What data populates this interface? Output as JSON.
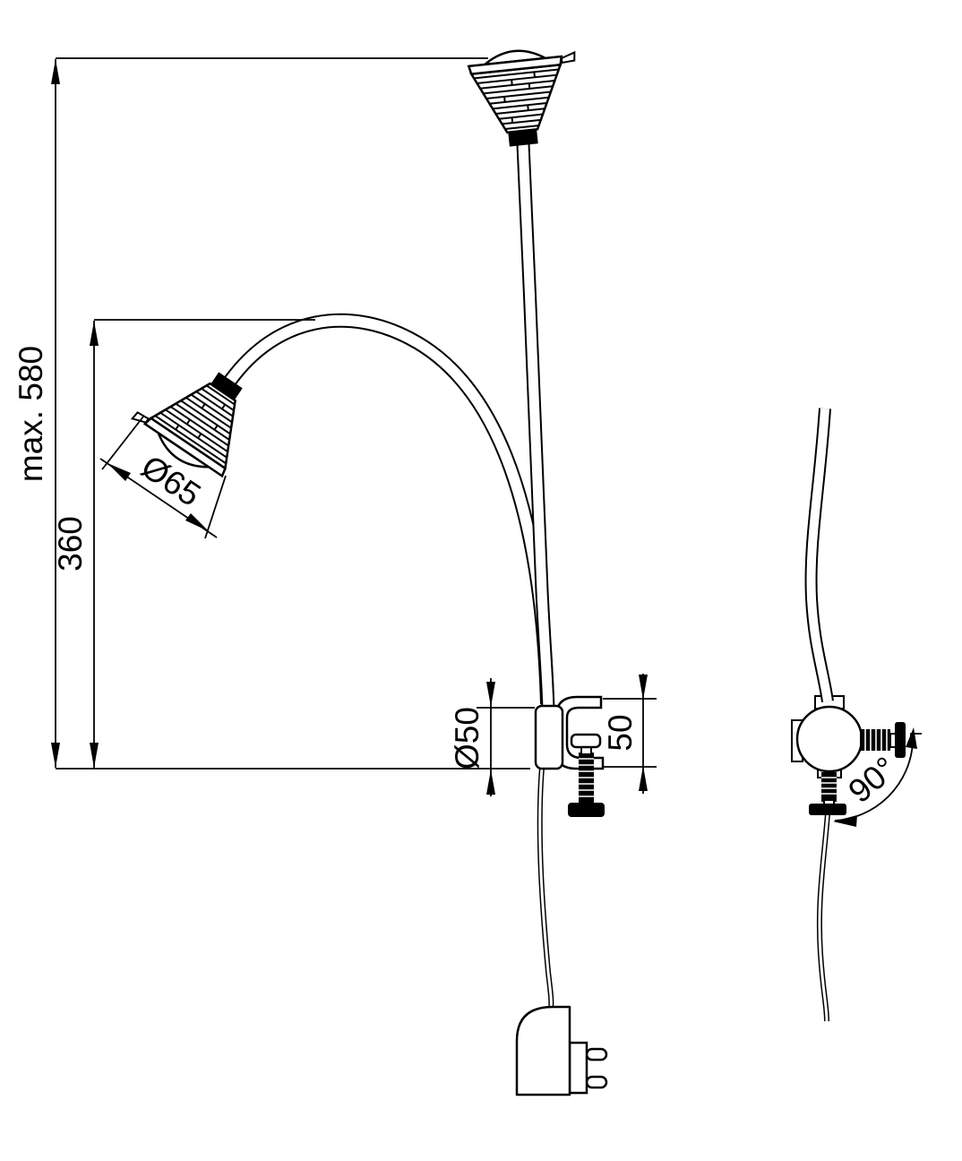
{
  "diagram": {
    "type": "technical-drawing",
    "subject": "flexible gooseneck clamp lamp with dimensions",
    "colors": {
      "line": "#000000",
      "background": "#ffffff"
    },
    "dimensions": {
      "max_height_label": "max. 580",
      "arc_height_label": "360",
      "shade_diameter_label": "Ø65",
      "post_diameter_label": "Ø50",
      "clamp_capacity_label": "50",
      "rotation_angle_label": "90°"
    }
  }
}
